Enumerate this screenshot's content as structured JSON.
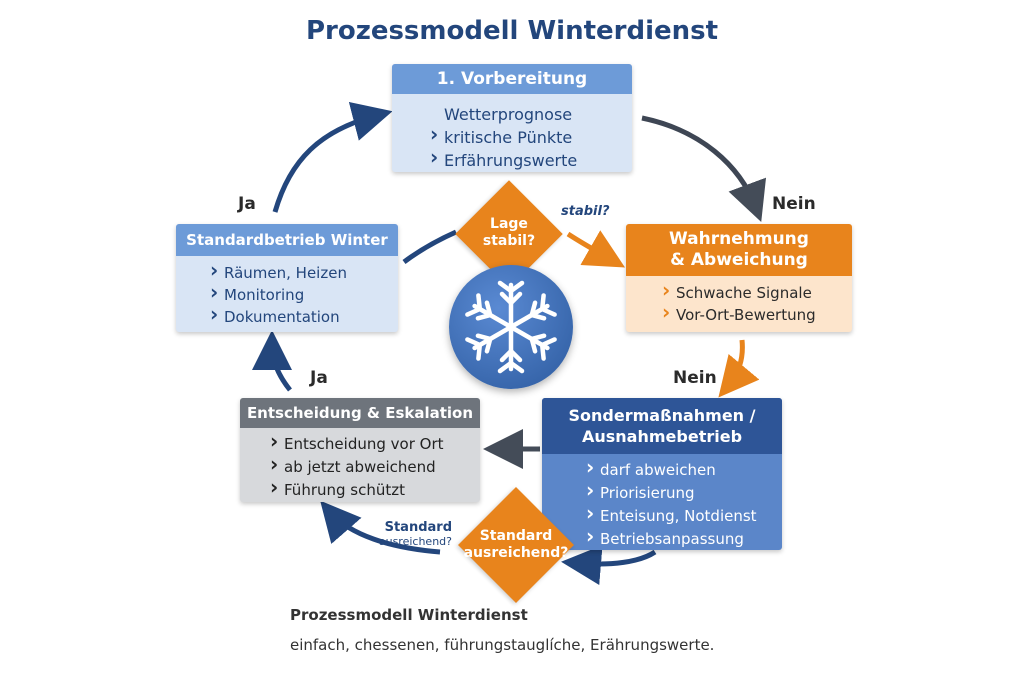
{
  "title": "Prozessmodell Winterdienst",
  "boxes": {
    "preparation": {
      "title": "1. Vorbereitung",
      "items": [
        "Wetterprognose",
        "kritische Pünkte",
        "Erfährungswerte"
      ]
    },
    "standard": {
      "title": "Standardbetrieb Winter",
      "items": [
        "Räumen, Heizen",
        "Monitoring",
        "Dokumentation"
      ]
    },
    "perception": {
      "title_line1": "Wahrnehmung",
      "title_line2": "& Abweichung",
      "items": [
        "Schwache Signale",
        "Vor-Ort-Bewertung"
      ]
    },
    "decision": {
      "title": "Entscheidung & Eskalation",
      "items": [
        "Entscheidung vor Ort",
        "ab jetzt abweichend",
        "Führung schützt"
      ]
    },
    "special": {
      "title_line1": "Sondermaßnahmen /",
      "title_line2": "Ausnahmebetrieb",
      "items": [
        "darf abweichen",
        "Priorisierung",
        "Enteisung, Notdienst",
        "Betriebsanpassung"
      ]
    }
  },
  "decisions": {
    "stable": {
      "line1": "Lage",
      "line2": "stabil?",
      "side_label": "stabil?"
    },
    "sufficient": {
      "line1": "Standard",
      "line2": "ausreichend?",
      "side_line1": "Standard",
      "side_line2": "ausreichend?"
    }
  },
  "edge_labels": {
    "ja_top": "Ja",
    "nein_top": "Nein",
    "ja_mid": "Ja",
    "nein_mid": "Nein"
  },
  "footer": {
    "title": "Prozessmodell Winterdienst",
    "subtitle": "einfach, chessenen, führungstauglíche, Erährungswerte."
  },
  "colors": {
    "navy": "#23467c",
    "blue": "#6d9bd8",
    "orange": "#e8841c",
    "gray": "#6e747c",
    "dark_blue": "#2e5597"
  },
  "icons": [
    "snowflake-icon",
    "chevron-right-icon"
  ]
}
